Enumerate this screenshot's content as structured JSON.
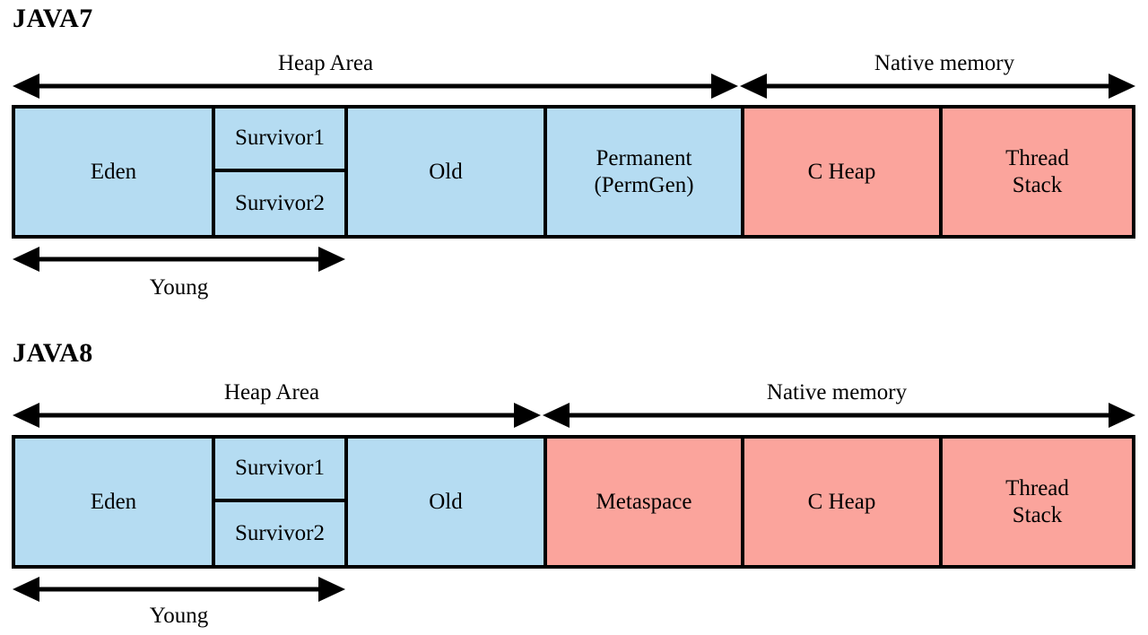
{
  "page": {
    "background": "#ffffff",
    "heap_color": "#b5dcf2",
    "native_color": "#fba49c",
    "line_color": "#000000"
  },
  "sections": [
    {
      "id": "java7",
      "title": "JAVA7",
      "spans": [
        {
          "name": "heap",
          "label": "Heap Area"
        },
        {
          "name": "native",
          "label": "Native memory"
        }
      ],
      "young_label": "Young",
      "cells": [
        {
          "name": "eden",
          "label": "Eden",
          "kind": "blue"
        },
        {
          "name": "survivors",
          "label": "",
          "kind": "blue",
          "sub": [
            {
              "name": "survivor1",
              "label": "Survivor1"
            },
            {
              "name": "survivor2",
              "label": "Survivor2"
            }
          ]
        },
        {
          "name": "old",
          "label": "Old",
          "kind": "blue"
        },
        {
          "name": "permanent",
          "label": "Permanent",
          "label2": "(PermGen)",
          "kind": "blue"
        },
        {
          "name": "c-heap",
          "label": "C Heap",
          "kind": "pink"
        },
        {
          "name": "thread-stack",
          "label": "Thread",
          "label2": "Stack",
          "kind": "pink"
        }
      ]
    },
    {
      "id": "java8",
      "title": "JAVA8",
      "spans": [
        {
          "name": "heap",
          "label": "Heap Area"
        },
        {
          "name": "native",
          "label": "Native memory"
        }
      ],
      "young_label": "Young",
      "cells": [
        {
          "name": "eden",
          "label": "Eden",
          "kind": "blue"
        },
        {
          "name": "survivors",
          "label": "",
          "kind": "blue",
          "sub": [
            {
              "name": "survivor1",
              "label": "Survivor1"
            },
            {
              "name": "survivor2",
              "label": "Survivor2"
            }
          ]
        },
        {
          "name": "old",
          "label": "Old",
          "kind": "blue"
        },
        {
          "name": "metaspace",
          "label": "Metaspace",
          "kind": "pink"
        },
        {
          "name": "c-heap",
          "label": "C Heap",
          "kind": "pink"
        },
        {
          "name": "thread-stack",
          "label": "Thread",
          "label2": "Stack",
          "kind": "pink"
        }
      ]
    }
  ]
}
